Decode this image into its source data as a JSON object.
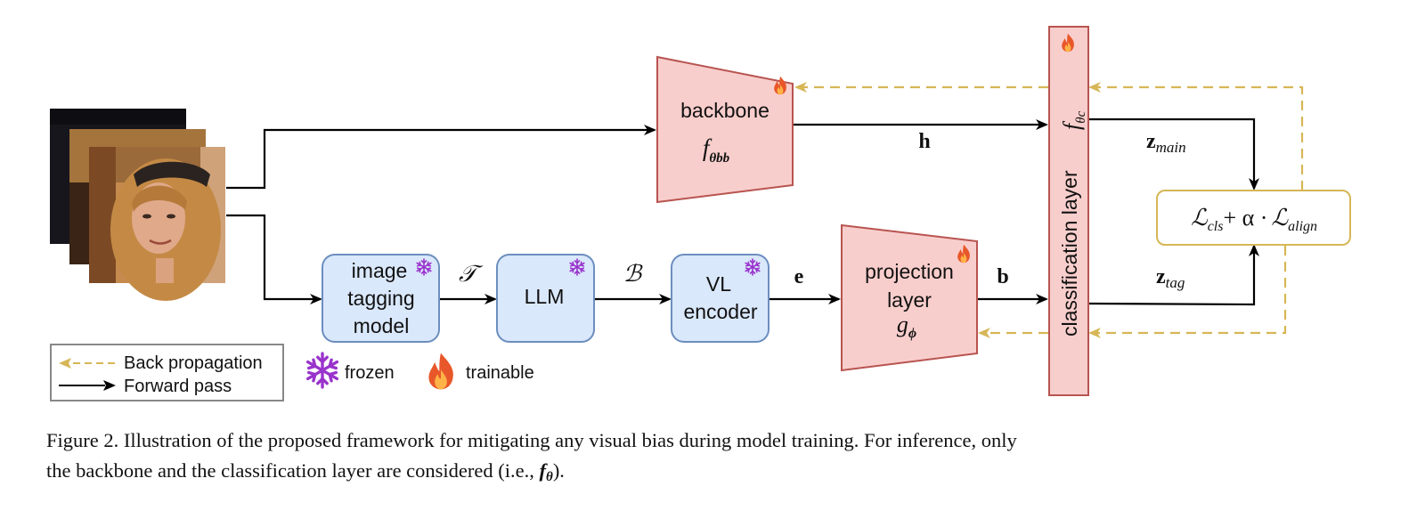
{
  "diagram": {
    "backbone": {
      "title": "backbone",
      "symbol": "f",
      "sub": "θbb"
    },
    "classifier": {
      "title": "classification layer",
      "symbol": "f",
      "sub": "θc"
    },
    "projection": {
      "line1": "projection",
      "line2": "layer",
      "symbol": "g",
      "sub": "ϕ"
    },
    "tagger": {
      "line1": "image",
      "line2": "tagging",
      "line3": "model"
    },
    "llm": {
      "label": "LLM"
    },
    "vl_encoder": {
      "line1": "VL",
      "line2": "encoder"
    },
    "loss": {
      "L1": "ℒ",
      "sub1": "cls",
      "plus": "+ α ·",
      "L2": "ℒ",
      "sub2": "align"
    },
    "edges": {
      "h": "h",
      "T": "𝒯",
      "B": "ℬ",
      "e": "e",
      "b": "b",
      "z_main": "z",
      "z_main_sub": "main",
      "z_tag": "z",
      "z_tag_sub": "tag"
    },
    "legend": {
      "back_propagation": "Back propagation",
      "forward_pass": "Forward pass",
      "frozen": "frozen",
      "trainable": "trainable"
    },
    "colors": {
      "trainable_fill": "#f8cecc",
      "trainable_stroke": "#b85450",
      "frozen_fill": "#dae8fc",
      "frozen_stroke": "#6c8ebf",
      "loss_stroke": "#d6b656",
      "backprop": "#d6b656",
      "snowflake": "#9933cc",
      "flame": "#e8572a"
    }
  },
  "caption": {
    "line1": "Figure 2. Illustration of the proposed framework for mitigating any visual bias during model training. For inference, only",
    "line2_pre": "the backbone and the classification layer are considered (i.e., ",
    "line2_f": "f",
    "line2_sub": "θ",
    "line2_post": ")."
  }
}
